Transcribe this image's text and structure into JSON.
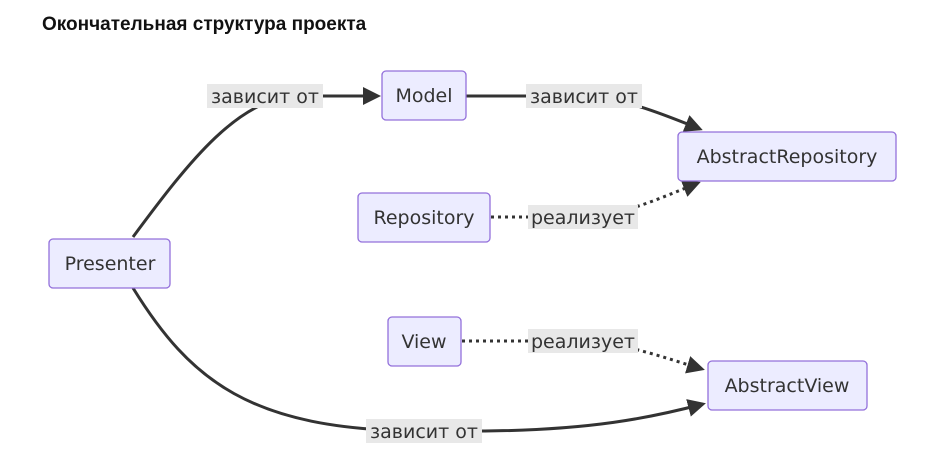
{
  "title": "Окончательная структура проекта",
  "colors": {
    "node_fill": "#ECECFF",
    "node_border": "#9370DB",
    "edge": "#333333",
    "edge_label_bg": "#E8E8E8",
    "text": "#333333"
  },
  "nodes": {
    "model": "Model",
    "abstract_repository": "AbstractRepository",
    "repository": "Repository",
    "presenter": "Presenter",
    "view": "View",
    "abstract_view": "AbstractView"
  },
  "edges": {
    "presenter_model": "зависит от",
    "model_abstract_repository": "зависит от",
    "repository_abstract_repository": "реализует",
    "view_abstract_view": "реализует",
    "presenter_abstract_view": "зависит от"
  }
}
